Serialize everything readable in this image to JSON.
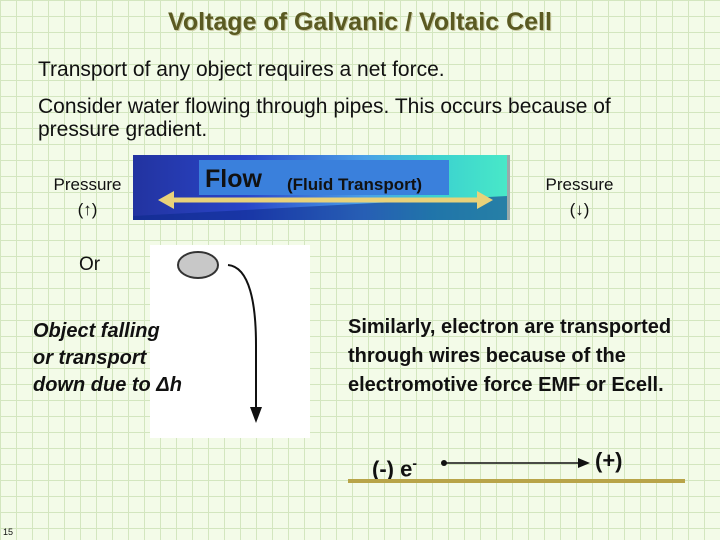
{
  "title": "Voltage of Galvanic / Voltaic Cell",
  "line1": "Transport of any object requires a net force.",
  "line2": "Consider water flowing through pipes.  This occurs because of pressure gradient.",
  "pressure_left": {
    "label": "Pressure",
    "symbol": "(↑)"
  },
  "pressure_right": {
    "label": "Pressure",
    "symbol": "(↓)"
  },
  "flow": {
    "word": "Flow",
    "detail": "(Fluid Transport)"
  },
  "or_label": "Or",
  "falling_caption": [
    "Object falling",
    "or transport",
    "down due to Δh"
  ],
  "similarly_text": "Similarly, electron are transported through wires because of the electromotive force EMF or Ecell.",
  "electron": {
    "minus_label": "(-) e",
    "minus_sup": "-",
    "plus_label": "(+)"
  },
  "page_number": "15",
  "colors": {
    "title": "#5a5a22",
    "flow_arrow": "#e8d27a",
    "underline": "#b8a448"
  },
  "icons": [
    "double-arrow-icon",
    "ball-icon",
    "fall-arrow-icon",
    "electron-arrow-icon"
  ]
}
